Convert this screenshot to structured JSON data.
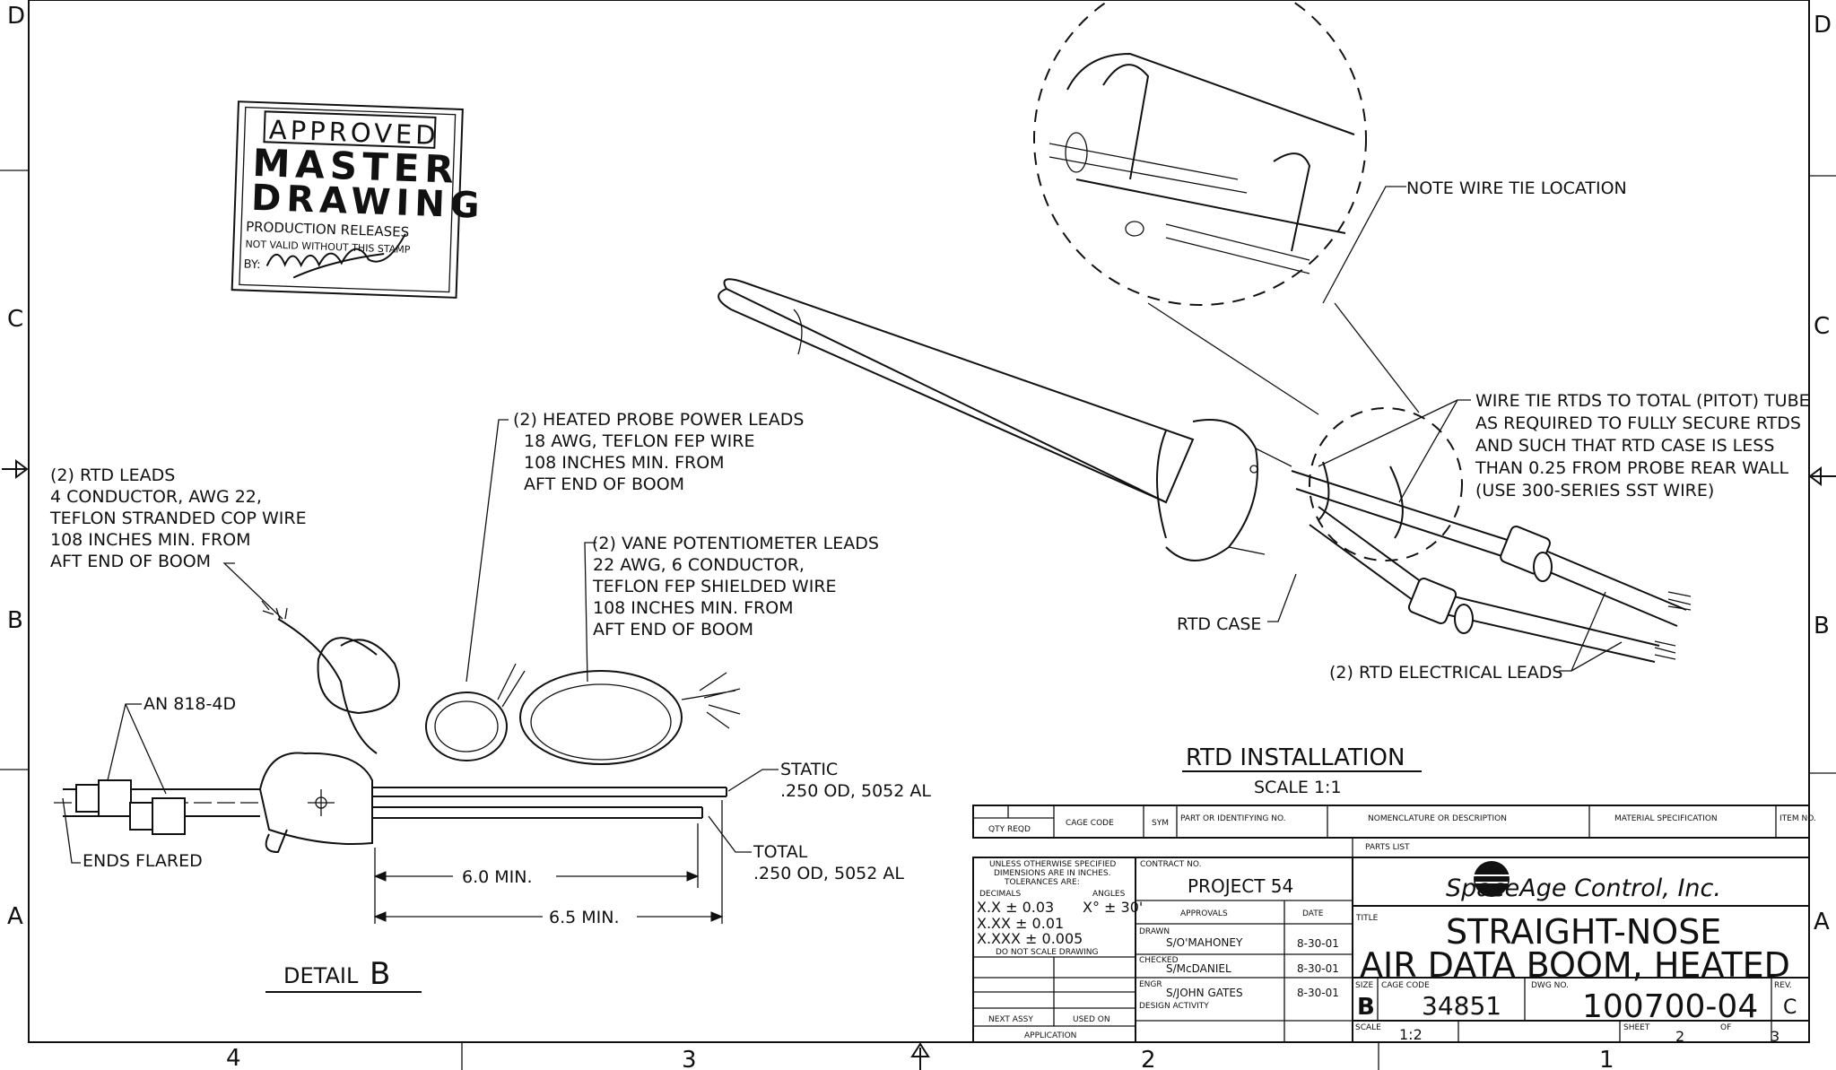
{
  "zones": {
    "rows": [
      "D",
      "C",
      "B",
      "A"
    ],
    "cols": [
      "4",
      "3",
      "2",
      "1"
    ]
  },
  "stamp": {
    "line1": "APPROVED",
    "line2": "MASTER",
    "line3": "DRAWING",
    "line4": "PRODUCTION RELEASES",
    "line5": "NOT VALID WITHOUT THIS STAMP",
    "sig_prefix": "BY:",
    "signature": "Bazzoff"
  },
  "callouts": {
    "wire_tie_location": "NOTE WIRE TIE LOCATION",
    "wire_tie_rtds": [
      "WIRE TIE RTDS TO TOTAL (PITOT) TUBE",
      "AS REQUIRED TO FULLY SECURE RTDS",
      "AND SUCH THAT RTD CASE IS LESS",
      "THAN 0.25 FROM PROBE REAR WALL",
      "(USE 300-SERIES SST WIRE)"
    ],
    "rtd_case": "RTD CASE",
    "rtd_electrical_leads": "(2) RTD ELECTRICAL LEADS",
    "rtd_leads": [
      "(2) RTD LEADS",
      "4 CONDUCTOR, AWG 22,",
      "TEFLON STRANDED COP WIRE",
      "108 INCHES MIN. FROM",
      "AFT END OF BOOM"
    ],
    "heated_probe": [
      "(2) HEATED PROBE POWER LEADS",
      "18 AWG, TEFLON FEP WIRE",
      "108 INCHES MIN. FROM",
      "AFT END OF BOOM"
    ],
    "vane_pot": [
      "(2) VANE POTENTIOMETER LEADS",
      "22 AWG, 6 CONDUCTOR,",
      "TEFLON FEP SHIELDED WIRE",
      "108 INCHES MIN. FROM",
      "AFT END OF BOOM"
    ],
    "an818": "AN 818-4D",
    "ends_flared": "ENDS FLARED",
    "static": [
      "STATIC",
      ".250 OD, 5052 AL"
    ],
    "total": [
      "TOTAL",
      ".250 OD, 5052 AL"
    ],
    "dim_6": "6.0 MIN.",
    "dim_65": "6.5 MIN.",
    "detail_prefix": "DETAIL",
    "detail_letter": "B",
    "rtd_install_title": "RTD INSTALLATION",
    "rtd_install_scale": "SCALE 1:1"
  },
  "parts_list": {
    "headers": [
      "QTY REQD",
      "CAGE CODE",
      "SYM",
      "PART OR IDENTIFYING NO.",
      "NOMENCLATURE OR DESCRIPTION",
      "MATERIAL SPECIFICATION",
      "ITEM NO."
    ],
    "caption": "PARTS LIST"
  },
  "title_block": {
    "tolerance_notes": [
      "UNLESS OTHERWISE SPECIFIED",
      "DIMENSIONS ARE IN INCHES.",
      "TOLERANCES ARE:"
    ],
    "decimals_label": "DECIMALS",
    "angles_label": "ANGLES",
    "tol_x": "X.X ± 0.03",
    "tol_angle": "X° ± 30'",
    "tol_xx": "X.XX ± 0.01",
    "tol_xxx": "X.XXX ± 0.005",
    "do_not_scale": "DO NOT SCALE DRAWING",
    "contract_label": "CONTRACT NO.",
    "contract_value": "PROJECT 54",
    "approvals_label": "APPROVALS",
    "date_label": "DATE",
    "drawn_label": "DRAWN",
    "drawn_value": "S/O'MAHONEY",
    "drawn_date": "8-30-01",
    "checked_label": "CHECKED",
    "checked_value": "S/McDANIEL",
    "checked_date": "8-30-01",
    "engr_label": "ENGR",
    "engr_value": "S/JOHN GATES",
    "engr_date": "8-30-01",
    "design_activity": "DESIGN ACTIVITY",
    "next_assy": "NEXT ASSY",
    "used_on": "USED ON",
    "application": "APPLICATION",
    "company_logo_text": "SpaceAge",
    "company_rest": " Control, Inc.",
    "title_label": "TITLE",
    "title_line1": "STRAIGHT-NOSE",
    "title_line2": "AIR DATA BOOM, HEATED",
    "size_label": "SIZE",
    "size_value": "B",
    "cage_label": "CAGE CODE",
    "cage_value": "34851",
    "dwg_label": "DWG NO.",
    "dwg_value": "100700-04",
    "rev_label": "REV.",
    "rev_value": "C",
    "scale_label": "SCALE",
    "scale_value": "1:2",
    "sheet_label": "SHEET",
    "sheet_value": "2",
    "of_label": "OF",
    "of_value": "3"
  }
}
